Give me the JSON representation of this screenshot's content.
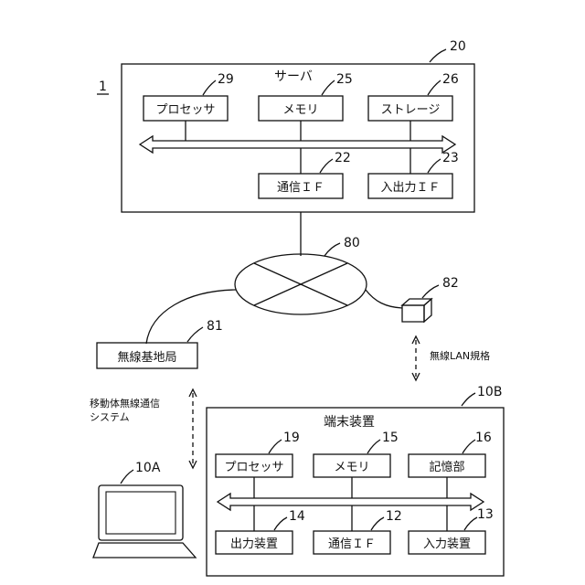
{
  "figure_ref": "1",
  "server": {
    "ref": "20",
    "title": "サーバ",
    "processor": {
      "label": "プロセッサ",
      "ref": "29"
    },
    "memory": {
      "label": "メモリ",
      "ref": "25"
    },
    "storage": {
      "label": "ストレージ",
      "ref": "26"
    },
    "comm_if": {
      "label": "通信ＩＦ",
      "ref": "22"
    },
    "io_if": {
      "label": "入出力ＩＦ",
      "ref": "23"
    }
  },
  "network": {
    "ref": "80"
  },
  "access_point": {
    "ref": "82"
  },
  "base_station": {
    "label": "無線基地局",
    "ref": "81"
  },
  "wlan_label": "無線LAN規格",
  "mobile_label_line1": "移動体無線通信",
  "mobile_label_line2": "システム",
  "laptop": {
    "ref": "10A"
  },
  "terminal": {
    "ref": "10B",
    "title": "端末装置",
    "processor": {
      "label": "プロセッサ",
      "ref": "19"
    },
    "memory": {
      "label": "メモリ",
      "ref": "15"
    },
    "storage": {
      "label": "記憶部",
      "ref": "16"
    },
    "output": {
      "label": "出力装置",
      "ref": "14"
    },
    "comm_if": {
      "label": "通信ＩＦ",
      "ref": "12"
    },
    "input": {
      "label": "入力装置",
      "ref": "13"
    }
  }
}
